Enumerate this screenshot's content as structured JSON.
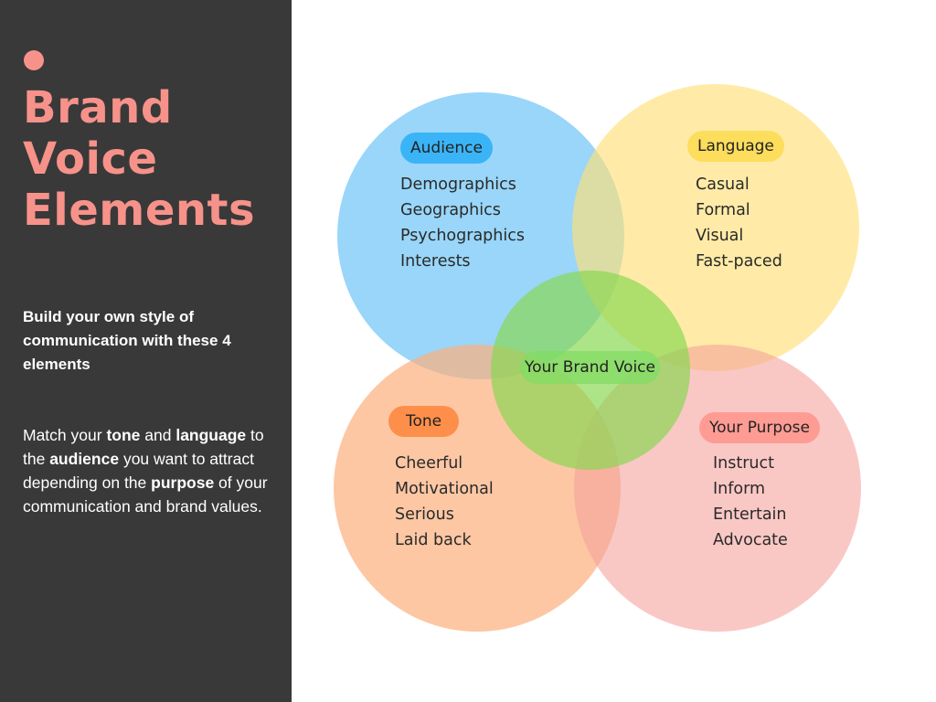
{
  "sidebar": {
    "title_lines": [
      "Brand",
      "Voice",
      "Elements"
    ],
    "subtitle": "Build your own style of communication with these 4 elements",
    "body": [
      {
        "text": "Match your ",
        "bold": false
      },
      {
        "text": "tone",
        "bold": true
      },
      {
        "text": " and ",
        "bold": false
      },
      {
        "text": "language",
        "bold": true
      },
      {
        "text": " to the ",
        "bold": false
      },
      {
        "text": "audience",
        "bold": true
      },
      {
        "text": " you want to attract depending on the ",
        "bold": false
      },
      {
        "text": "purpose",
        "bold": true
      },
      {
        "text": " of your communication and brand values.",
        "bold": false
      }
    ],
    "accent_color": "#f7928a",
    "background_color": "#393939"
  },
  "diagram": {
    "center": {
      "label": "Your Brand Voice",
      "color": "#87d750"
    },
    "elements": [
      {
        "label": "Audience",
        "color": "#3bb4f7",
        "items": [
          "Demographics",
          "Geographics",
          "Psychographics",
          "Interests"
        ]
      },
      {
        "label": "Language",
        "color": "#fddd5c",
        "items": [
          "Casual",
          "Formal",
          "Visual",
          "Fast-paced"
        ]
      },
      {
        "label": "Tone",
        "color": "#fd8f4b",
        "items": [
          "Cheerful",
          "Motivational",
          "Serious",
          "Laid back"
        ]
      },
      {
        "label": "Your Purpose",
        "color": "#fe9c94",
        "items": [
          "Instruct",
          "Inform",
          "Entertain",
          "Advocate"
        ]
      }
    ]
  }
}
